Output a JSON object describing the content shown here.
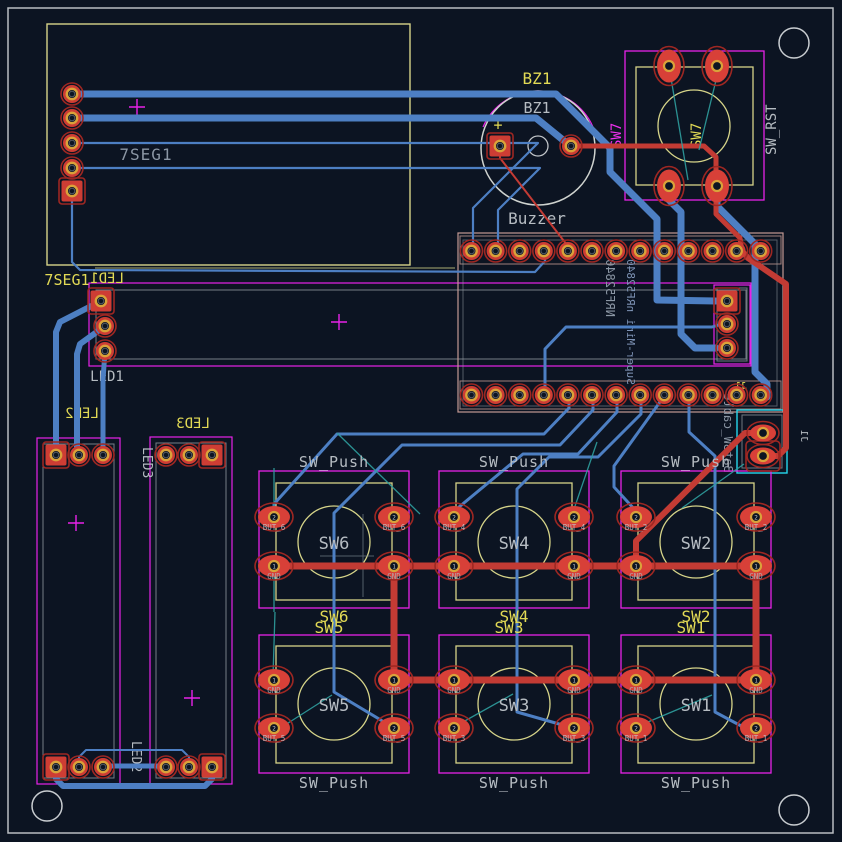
{
  "editor": {
    "background": "#0c1422",
    "colors": {
      "front_copper": "#c33b34",
      "back_copper": "#4d7fc3",
      "courtyard_magenta": "#e822e8",
      "silkscreen_yellow": "#e2da55",
      "fab_white": "#b6bcc2",
      "fab_gray": "#8b96a4",
      "ratsnest_teal": "#2f9e9e",
      "board_edge_gray": "#b9bdc1",
      "aux_cyan": "#25d6ec",
      "fab_beige": "#c49a94",
      "pad_gold": "#d9a23a"
    }
  },
  "components": {
    "seg7": {
      "fab_ref": "7SEG1",
      "silk_ref": "7SEG1"
    },
    "led1": {
      "fab_ref": "LED1",
      "silk_ref": "LED1"
    },
    "led2": {
      "fab_ref": "LED2",
      "silk_ref": "LED2"
    },
    "led3": {
      "fab_ref": "LED3",
      "silk_ref": "LED3"
    },
    "buzzer": {
      "silk_ref": "BZ1",
      "fab_ref": "BZ1",
      "value": "Buzzer",
      "polarity": "+"
    },
    "reset_switch": {
      "courtyard_ref": "SW7",
      "fab_ref": "SW7",
      "value": "SW_RST"
    },
    "mcu_module": {
      "fab_text": "NRF52840",
      "fab_text_2": "Super-Mini nRF52840"
    },
    "battery_connector": {
      "silk_ref": "J1",
      "fab_ref": "J1",
      "value": "BatSW_cable"
    },
    "push_switches": {
      "value_label": "SW_Push",
      "gnd_net": "GND",
      "pad_number_gnd": "1",
      "pad_number_but": "2",
      "items": [
        {
          "ref": "SW6",
          "net": "BUT_6"
        },
        {
          "ref": "SW4",
          "net": "BUT_4"
        },
        {
          "ref": "SW2",
          "net": "BUT_2"
        },
        {
          "ref": "SW5",
          "net": "BUT_5"
        },
        {
          "ref": "SW3",
          "net": "BUT_3"
        },
        {
          "ref": "SW1",
          "net": "BUT_1"
        }
      ]
    }
  }
}
